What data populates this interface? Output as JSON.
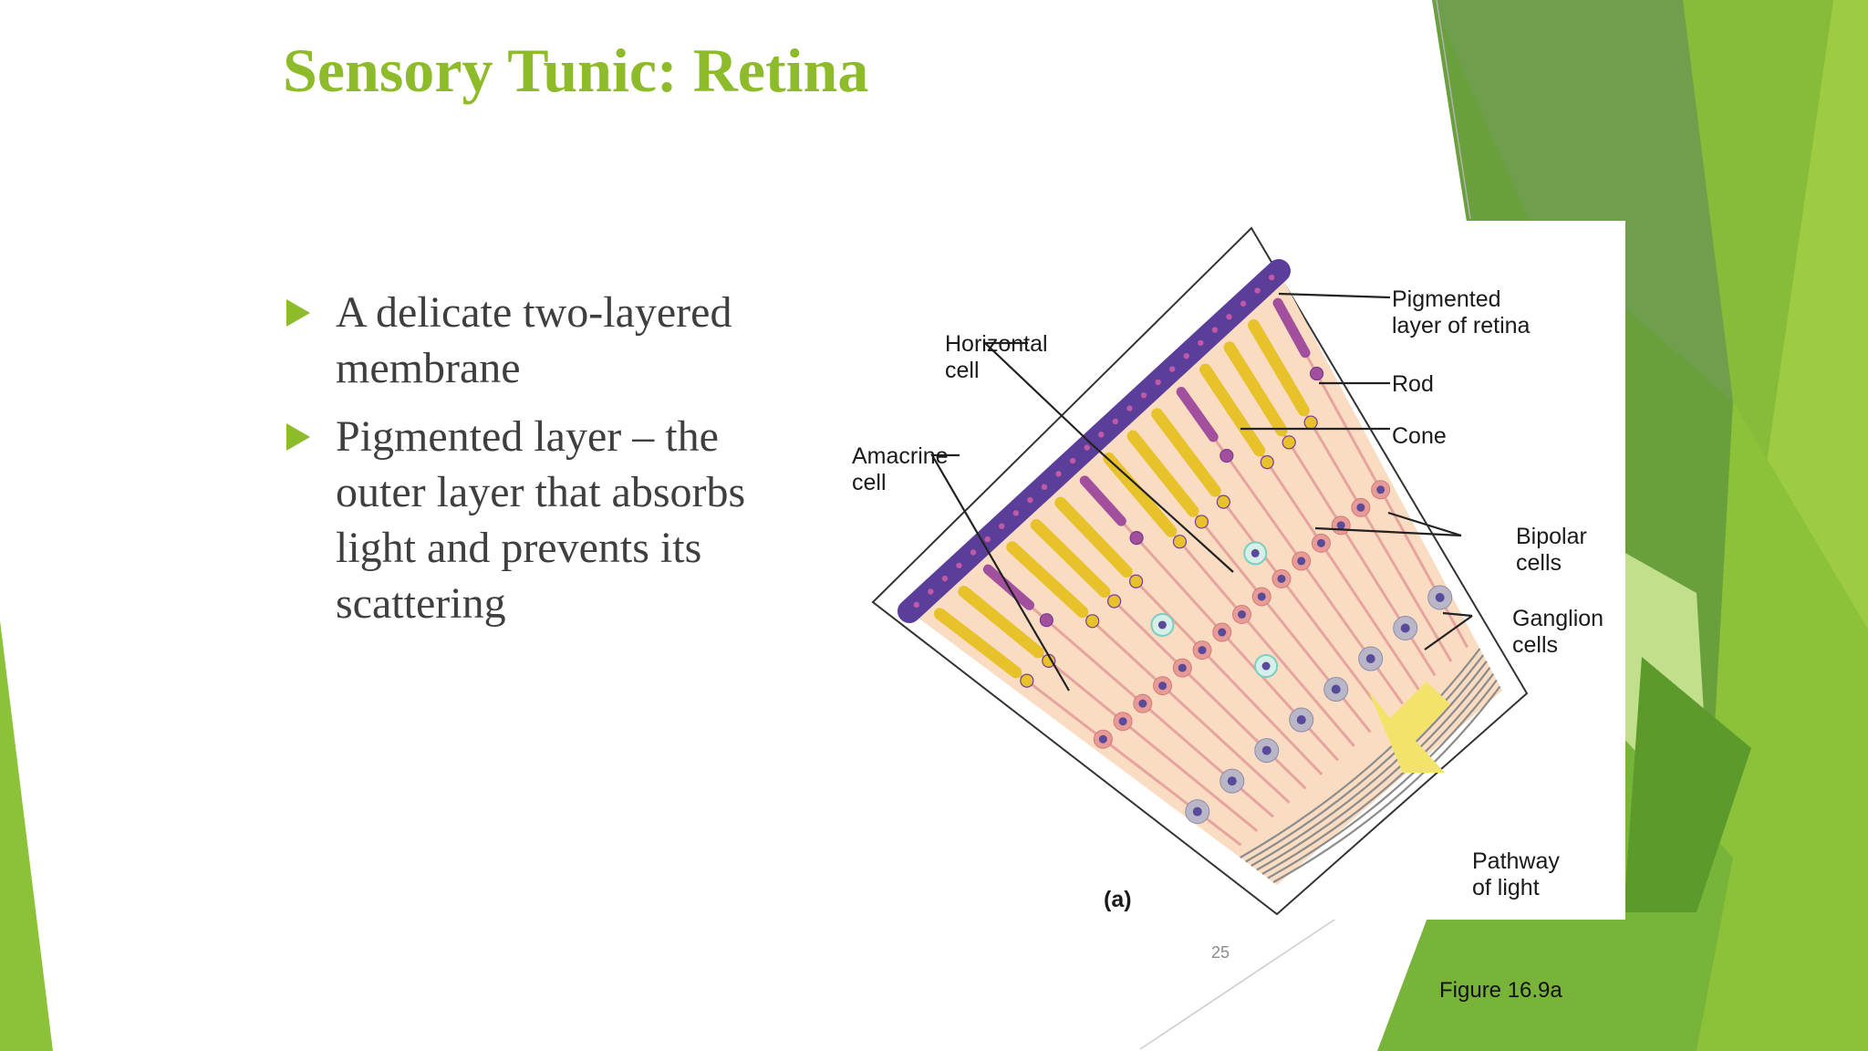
{
  "slide": {
    "title": "Sensory Tunic: Retina",
    "bullets": [
      "A delicate two-layered membrane",
      "Pigmented layer – the outer layer that absorbs light and prevents its scattering"
    ],
    "page_number": "25",
    "caption": "Figure 16.9a",
    "accent_color": "#8dbb2a",
    "text_color": "#3f3f3f"
  },
  "figure": {
    "panel_label": "(a)",
    "labels": {
      "pigmented_layer": [
        "Pigmented",
        "layer of retina"
      ],
      "rod": "Rod",
      "cone": "Cone",
      "horizontal_cell": [
        "Horizontal",
        "cell"
      ],
      "amacrine_cell": [
        "Amacrine",
        "cell"
      ],
      "bipolar_cells": [
        "Bipolar",
        "cells"
      ],
      "ganglion_cells": [
        "Ganglion",
        "cells"
      ],
      "pathway_of_light": [
        "Pathway",
        "of light"
      ]
    },
    "colors": {
      "pigment": "#5a3e9a",
      "rod": "#e8c22a",
      "cone": "#a24f9e",
      "bipolar": "#e89a96",
      "ganglion": "#b9b7c7",
      "tissue": "#f9dcc2",
      "arrow": "#f4e36a"
    }
  }
}
